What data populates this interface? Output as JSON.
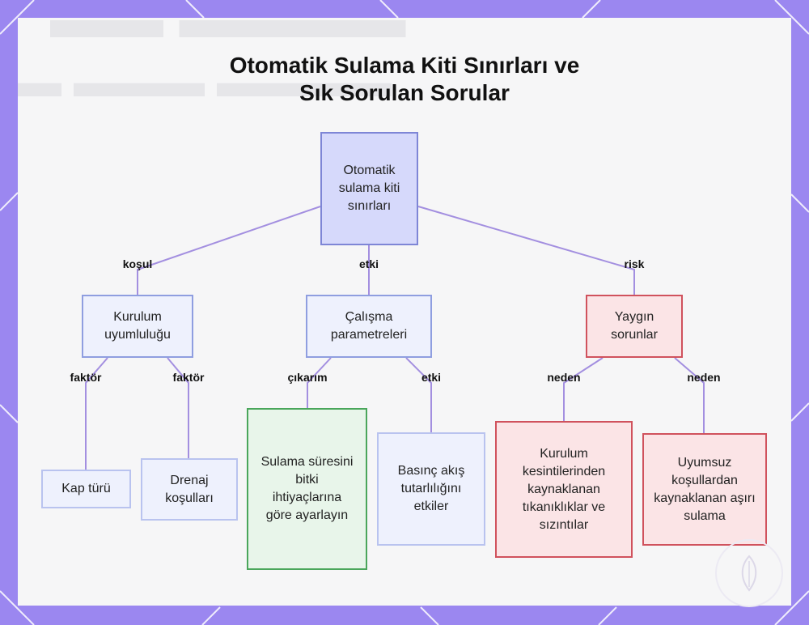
{
  "title": {
    "line1": "Otomatik Sulama Kiti Sınırları ve",
    "line2": "Sık Sorulan Sorular"
  },
  "nodes": {
    "root": "Otomatik sulama kiti sınırları",
    "kurulum": "Kurulum uyumluluğu",
    "calisma": "Çalışma parametreleri",
    "yaygin": "Yaygın sorunlar",
    "kap": "Kap türü",
    "drenaj": "Drenaj koşulları",
    "sulama": "Sulama süresini bitki ihtiyaçlarına göre ayarlayın",
    "basinc": "Basınç akış tutarlılığını etkiler",
    "kesinti": "Kurulum kesintilerinden kaynaklanan tıkanıklıklar ve sızıntılar",
    "uyumsuz": "Uyumsuz koşullardan kaynaklanan aşırı sulama"
  },
  "edge_labels": {
    "kosul": "koşul",
    "etki1": "etki",
    "risk": "risk",
    "faktor1": "faktör",
    "faktor2": "faktör",
    "cikarim": "çıkarım",
    "etki2": "etki",
    "neden1": "neden",
    "neden2": "neden"
  },
  "colors": {
    "frame": "#9b87f0",
    "edge": "#a38fe0",
    "root_fill": "#d6d9fb",
    "green_border": "#4aa65b",
    "risk_border": "#d0525d"
  },
  "icons": {
    "logo": "leaf-icon"
  }
}
